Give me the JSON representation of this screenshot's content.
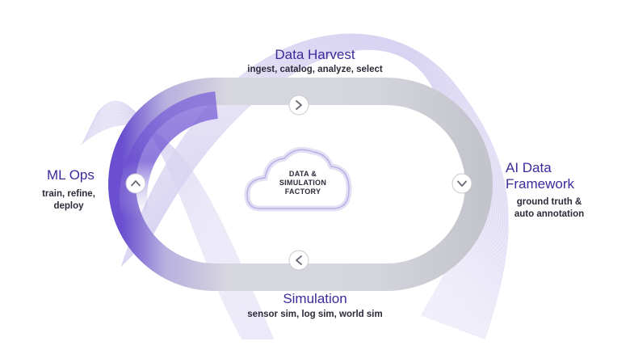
{
  "stages": {
    "harvest": {
      "title": "Data Harvest",
      "subtitle": "ingest, catalog, analyze, select"
    },
    "ml_ops": {
      "title": "ML Ops",
      "subtitle_lines": [
        "train, refine,",
        "deploy"
      ]
    },
    "ai_data": {
      "title_lines": [
        "AI Data",
        "Framework"
      ],
      "subtitle_lines": [
        "ground truth &",
        "auto annotation"
      ]
    },
    "simulation": {
      "title": "Simulation",
      "subtitle": "sensor sim, log sim, world sim"
    }
  },
  "factory": {
    "label_lines": [
      "DATA &",
      "SIMULATION",
      "FACTORY"
    ],
    "icon": "cloud-icon"
  },
  "arrows": {
    "top": "chevron-right-icon",
    "right": "chevron-down-icon",
    "bottom": "chevron-left-icon",
    "left": "chevron-up-icon"
  },
  "colors": {
    "title": "#3a2a9a",
    "accent": "#6a4fd0",
    "track": "#cfcfd8",
    "waves": "#b8aee6"
  }
}
